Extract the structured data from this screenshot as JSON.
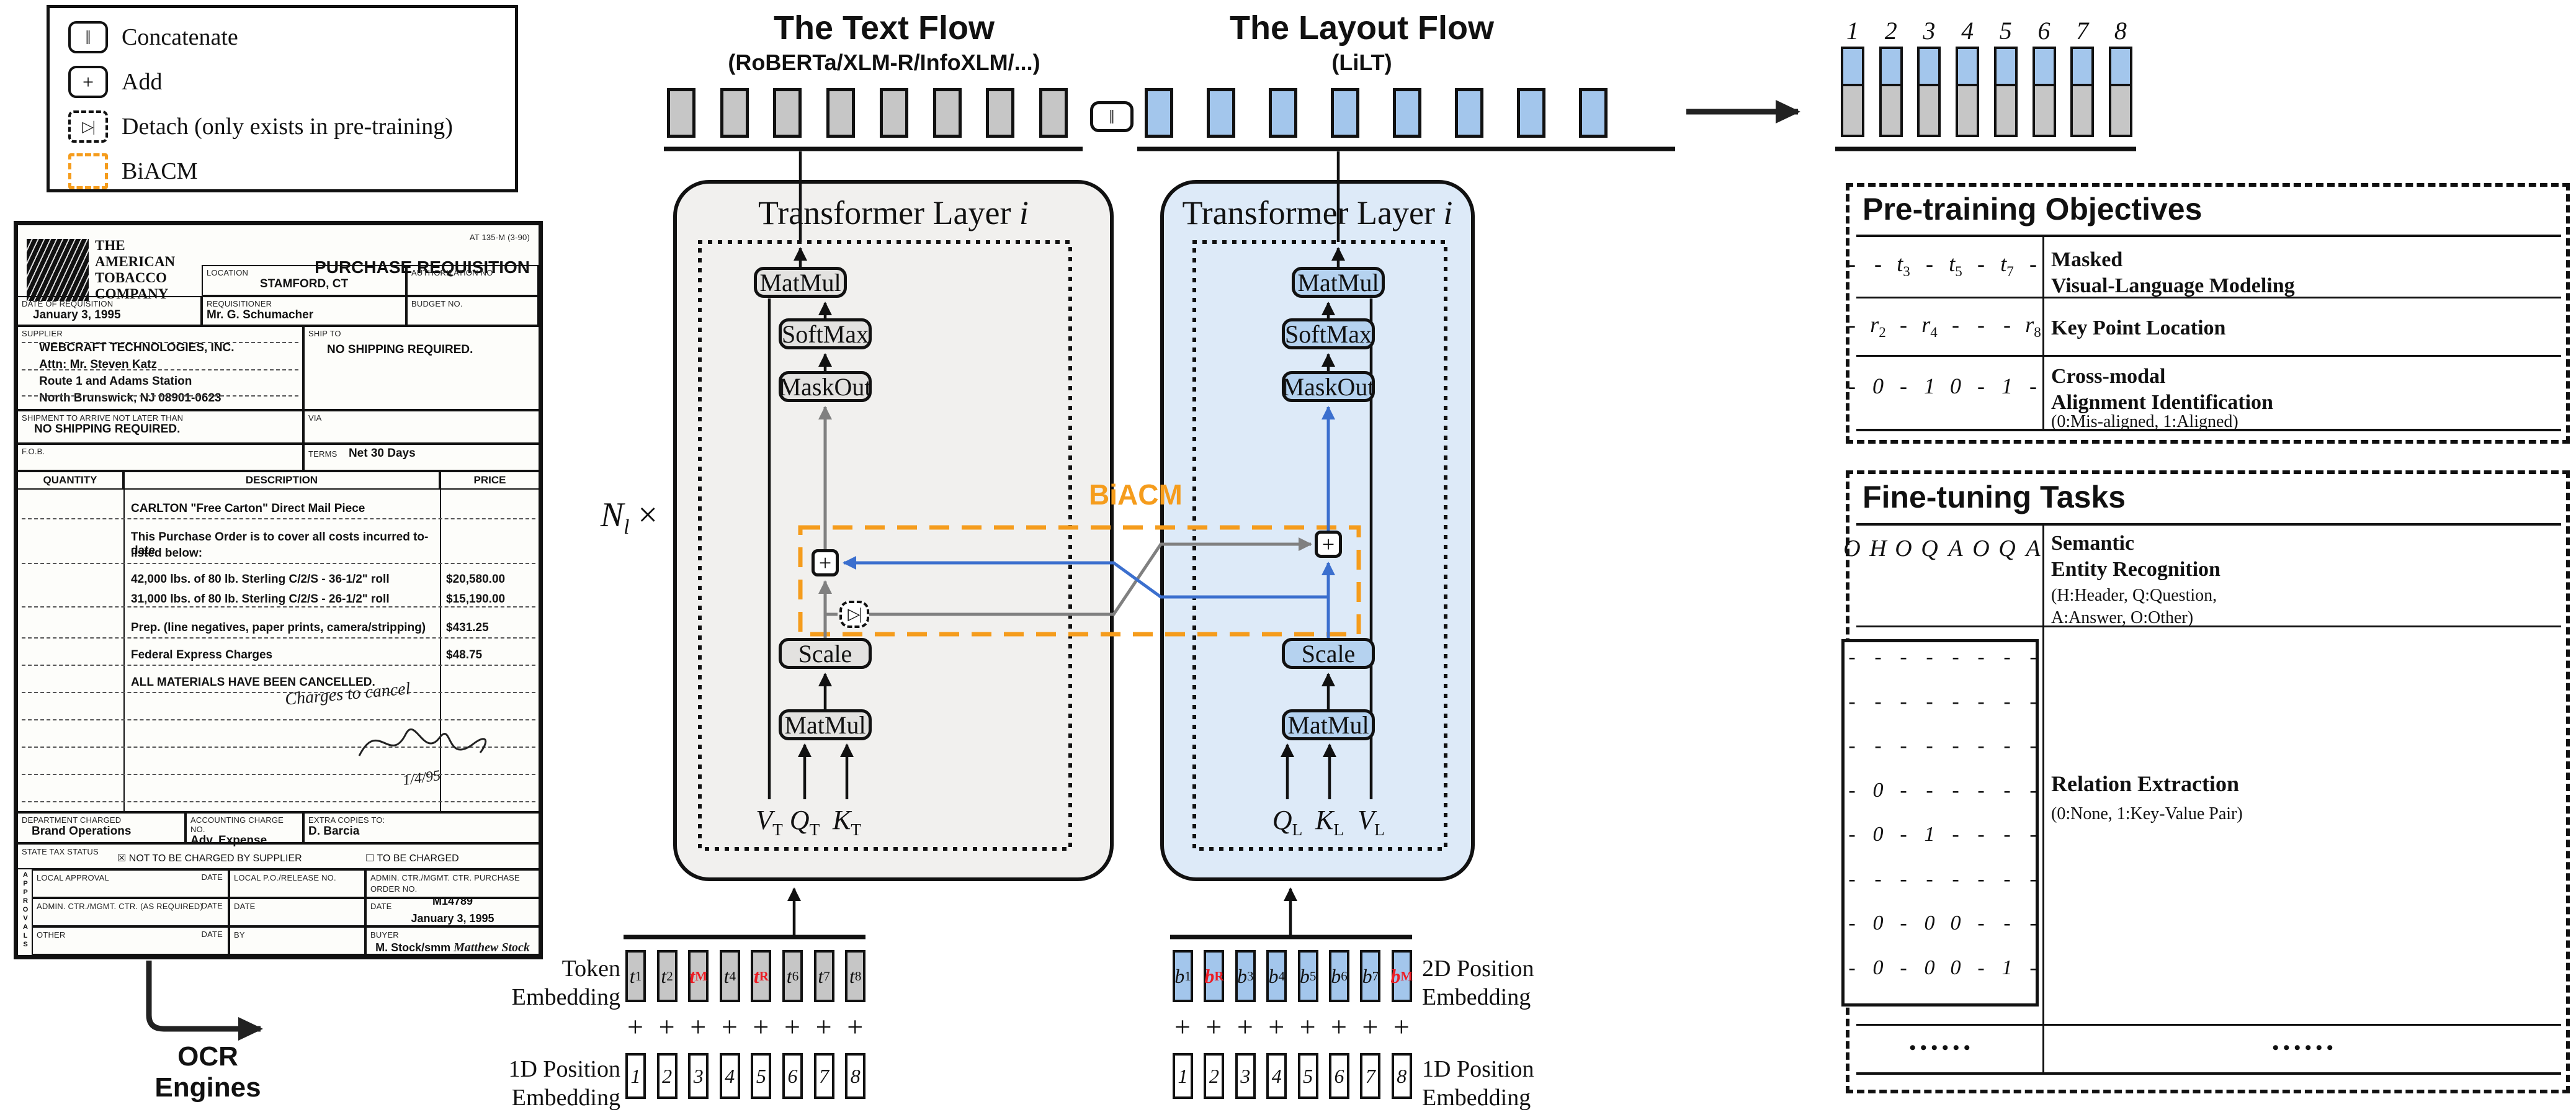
{
  "colors": {
    "orange": "#f59c1c",
    "blue": "#3b6fce",
    "grayline": "#808080",
    "red": "#ed1c24",
    "flowgray": "#f1f0ee",
    "flowblue": "#ddeaf8",
    "boxgray": "#e3e2e0",
    "boxblue": "#b5d2ef",
    "egray": "#c6c6c6",
    "eblue": "#a3c6ec"
  },
  "legend": {
    "items": [
      {
        "icon": "concat-icon",
        "glyph": "‖",
        "label": "Concatenate"
      },
      {
        "icon": "add-icon",
        "glyph": "+",
        "label": "Add"
      },
      {
        "icon": "detach-icon",
        "glyph": "▷|",
        "label": "Detach (only exists in pre-training)"
      },
      {
        "icon": "biacm-icon",
        "glyph": "",
        "label": "BiACM"
      }
    ]
  },
  "flows": {
    "text": {
      "title": "The Text Flow",
      "subtitle": "(RoBERTa/XLM-R/InfoXLM/...)",
      "v": "V_T",
      "q": "Q_T",
      "k": "K_T"
    },
    "layout": {
      "title": "The Layout Flow",
      "subtitle": "(LiLT)",
      "q": "Q_L",
      "k": "K_L",
      "v": "V_L"
    },
    "layer": "Transformer Layer",
    "layer_i": "i",
    "loop": {
      "n": "N",
      "sub": "l",
      "times": "×"
    },
    "biacm": "BiACM",
    "ops": {
      "matmul": "MatMul",
      "softmax": "SoftMax",
      "maskout": "MaskOut",
      "scale": "Scale",
      "add": "+",
      "detach": "▷|"
    }
  },
  "top": {
    "concat": "‖",
    "numbers": [
      "1",
      "2",
      "3",
      "4",
      "5",
      "6",
      "7",
      "8"
    ]
  },
  "embeddings": {
    "token_label": [
      "Token",
      "Embedding"
    ],
    "pos1d_label": [
      "1D Position",
      "Embedding"
    ],
    "pos2d_label": [
      "2D Position",
      "Embedding"
    ],
    "token_cells": [
      "t_1",
      "t_2",
      "t_M*",
      "t_4",
      "t_R*",
      "t_6",
      "t_7",
      "t_8"
    ],
    "box2d_cells": [
      "b_1",
      "b_R*",
      "b_3",
      "b_4",
      "b_5",
      "b_6",
      "b_7",
      "b_M*"
    ],
    "pos_cells": [
      "1",
      "2",
      "3",
      "4",
      "5",
      "6",
      "7",
      "8"
    ],
    "plus": "+"
  },
  "pretraining": {
    "title": "Pre-training Objectives",
    "rows": [
      {
        "cells": [
          "-",
          "-",
          "t_3",
          "-",
          "t_5",
          "-",
          "t_7",
          "-"
        ],
        "label": [
          "Masked",
          "Visual-Language Modeling"
        ],
        "note": ""
      },
      {
        "cells": [
          "-",
          "r_2",
          "-",
          "r_4",
          "-",
          "-",
          "-",
          "r_8"
        ],
        "label": [
          "Key Point Location"
        ],
        "note": ""
      },
      {
        "cells": [
          "-",
          "0",
          "-",
          "1",
          "0",
          "-",
          "1",
          "-"
        ],
        "label": [
          "Cross-modal",
          "Alignment Identification"
        ],
        "note": "(0:Mis-aligned, 1:Aligned)"
      }
    ]
  },
  "finetuning": {
    "title": "Fine-tuning Tasks",
    "ser_cells": [
      "O",
      "H",
      "O",
      "Q",
      "A",
      "O",
      "Q",
      "A"
    ],
    "ser_label": [
      "Semantic",
      "Entity Recognition"
    ],
    "ser_note": [
      "(H:Header, Q:Question,",
      " A:Answer, O:Other)"
    ],
    "matrix": [
      [
        "-",
        "-",
        "-",
        "-",
        "-",
        "-",
        "-",
        "-"
      ],
      [
        "-",
        "-",
        "-",
        "-",
        "-",
        "-",
        "-",
        "-"
      ],
      [
        "-",
        "-",
        "-",
        "-",
        "-",
        "-",
        "-",
        "-"
      ],
      [
        "-",
        "0",
        "-",
        "-",
        "-",
        "-",
        "-",
        "-"
      ],
      [
        "-",
        "0",
        "-",
        "1",
        "-",
        "-",
        "-",
        "-"
      ],
      [
        "-",
        "-",
        "-",
        "-",
        "-",
        "-",
        "-",
        "-"
      ],
      [
        "-",
        "0",
        "-",
        "0",
        "0",
        "-",
        "-",
        "-"
      ],
      [
        "-",
        "0",
        "-",
        "0",
        "0",
        "-",
        "1",
        "-"
      ]
    ],
    "re_label": "Relation Extraction",
    "re_note": "(0:None, 1:Key-Value Pair)",
    "ellipsis": "••••••"
  },
  "ocr_label": "OCR Engines",
  "document": {
    "company": [
      "THE",
      "AMERICAN",
      "TOBACCO",
      "COMPANY"
    ],
    "form_code": "AT 135-M (3-90)",
    "title": "PURCHASE REQUISITION",
    "location_label": "LOCATION",
    "location": "STAMFORD, CT",
    "auth_label": "AUTHORIZATION NO",
    "date_label": "DATE OF REQUISITION",
    "date": "January 3, 1995",
    "req_label": "REQUISITIONER",
    "requisitioner": "Mr. G. Schumacher",
    "budget_label": "BUDGET NO.",
    "supplier_label": "SUPPLIER",
    "supplier": [
      "WEBCRAFT TECHNOLOGIES, INC.",
      "Attn: Mr. Steven Katz",
      "Route 1 and Adams Station",
      "North Brunswick, NJ 08901-0623"
    ],
    "shipto_label": "SHIP TO",
    "shipto": "NO SHIPPING REQUIRED.",
    "arrive_label": "SHIPMENT TO ARRIVE NOT LATER THAN",
    "arrive": "NO SHIPPING REQUIRED.",
    "via_label": "VIA",
    "fob_label": "F.O.B.",
    "terms_label": "TERMS",
    "terms": "Net 30 Days",
    "qty_label": "QUANTITY",
    "desc_label": "DESCRIPTION",
    "price_label": "PRICE",
    "lines": [
      {
        "d": "CARLTON \"Free Carton\" Direct Mail Piece",
        "p": ""
      },
      {
        "d": "This Purchase Order is to cover all costs incurred to-date",
        "p": ""
      },
      {
        "d": "listed below:",
        "p": ""
      },
      {
        "d": "42,000 lbs. of 80 lb. Sterling C/2/S - 36-1/2\" roll",
        "p": "$20,580.00"
      },
      {
        "d": "31,000 lbs. of 80 lb. Sterling C/2/S - 26-1/2\" roll",
        "p": "$15,190.00"
      },
      {
        "d": "Prep. (line negatives, paper prints, camera/stripping)",
        "p": "$431.25"
      },
      {
        "d": "Federal Express Charges",
        "p": "$48.75"
      },
      {
        "d": "ALL MATERIALS HAVE BEEN CANCELLED.",
        "p": ""
      }
    ],
    "handwriting": "Charges to cancel",
    "handwriting_date": "1/4/95",
    "dept_label": "DEPARTMENT CHARGED",
    "dept": "Brand Operations",
    "acct_label": "ACCOUNTING CHARGE NO.",
    "acct": "Adv. Expense",
    "copies_label": "EXTRA COPIES TO:",
    "copies": "D. Barcia",
    "tax_label": "STATE TAX STATUS",
    "tax_opt1": "☒ NOT TO BE CHARGED BY SUPPLIER",
    "tax_opt2": "☐ TO BE CHARGED",
    "approvals_side": "APPROVALS",
    "appr": [
      {
        "l1": "LOCAL APPROVAL",
        "l2": "DATE",
        "l3": "LOCAL P.O./RELEASE NO.",
        "l4": "ADMIN. CTR./MGMT. CTR.  PURCHASE ORDER NO.",
        "v": "M14789",
        "sig": ""
      },
      {
        "l1": "ADMIN. CTR./MGMT. CTR. (AS REQUIRED)",
        "l2": "DATE",
        "l3": "DATE",
        "l4": "DATE",
        "v": "January 3, 1995",
        "sig": ""
      },
      {
        "l1": "OTHER",
        "l2": "DATE",
        "l3": "BY",
        "l4": "BUYER",
        "v": "M. Stock/smm",
        "sig": "Matthew Stock"
      }
    ]
  }
}
